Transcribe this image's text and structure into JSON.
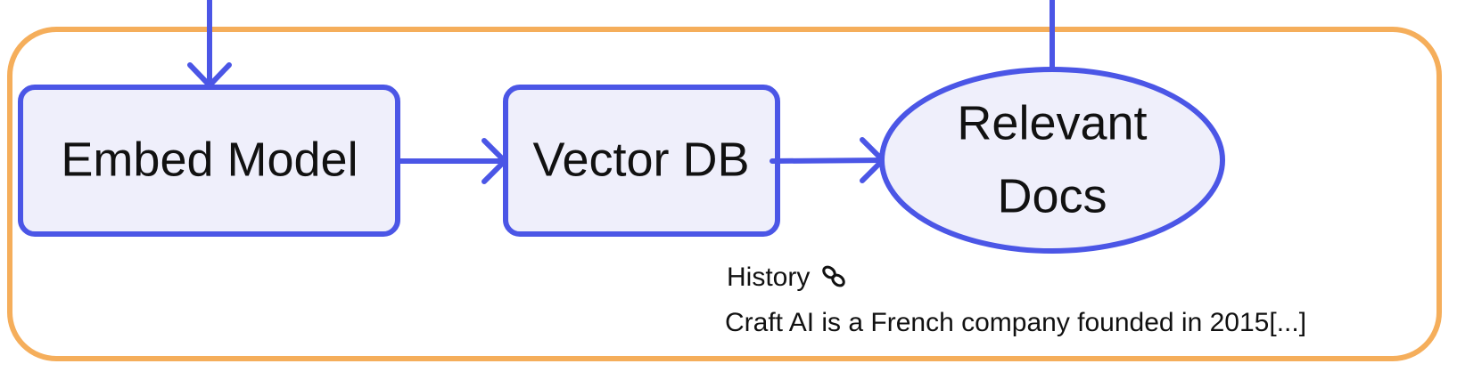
{
  "nodes": {
    "embed_model": {
      "label": "Embed Model"
    },
    "vector_db": {
      "label": "Vector DB"
    },
    "relevant_docs": {
      "line1": "Relevant",
      "line2": "Docs"
    }
  },
  "snippet": {
    "heading": "History",
    "link_icon": "link-icon",
    "text": "Craft AI is a French company founded in 2015[...]"
  },
  "colors": {
    "container_border": "#F5AE5B",
    "node_border": "#4B56E6",
    "node_fill": "#EFEFFB",
    "arrow": "#4B56E6",
    "text": "#111111"
  }
}
